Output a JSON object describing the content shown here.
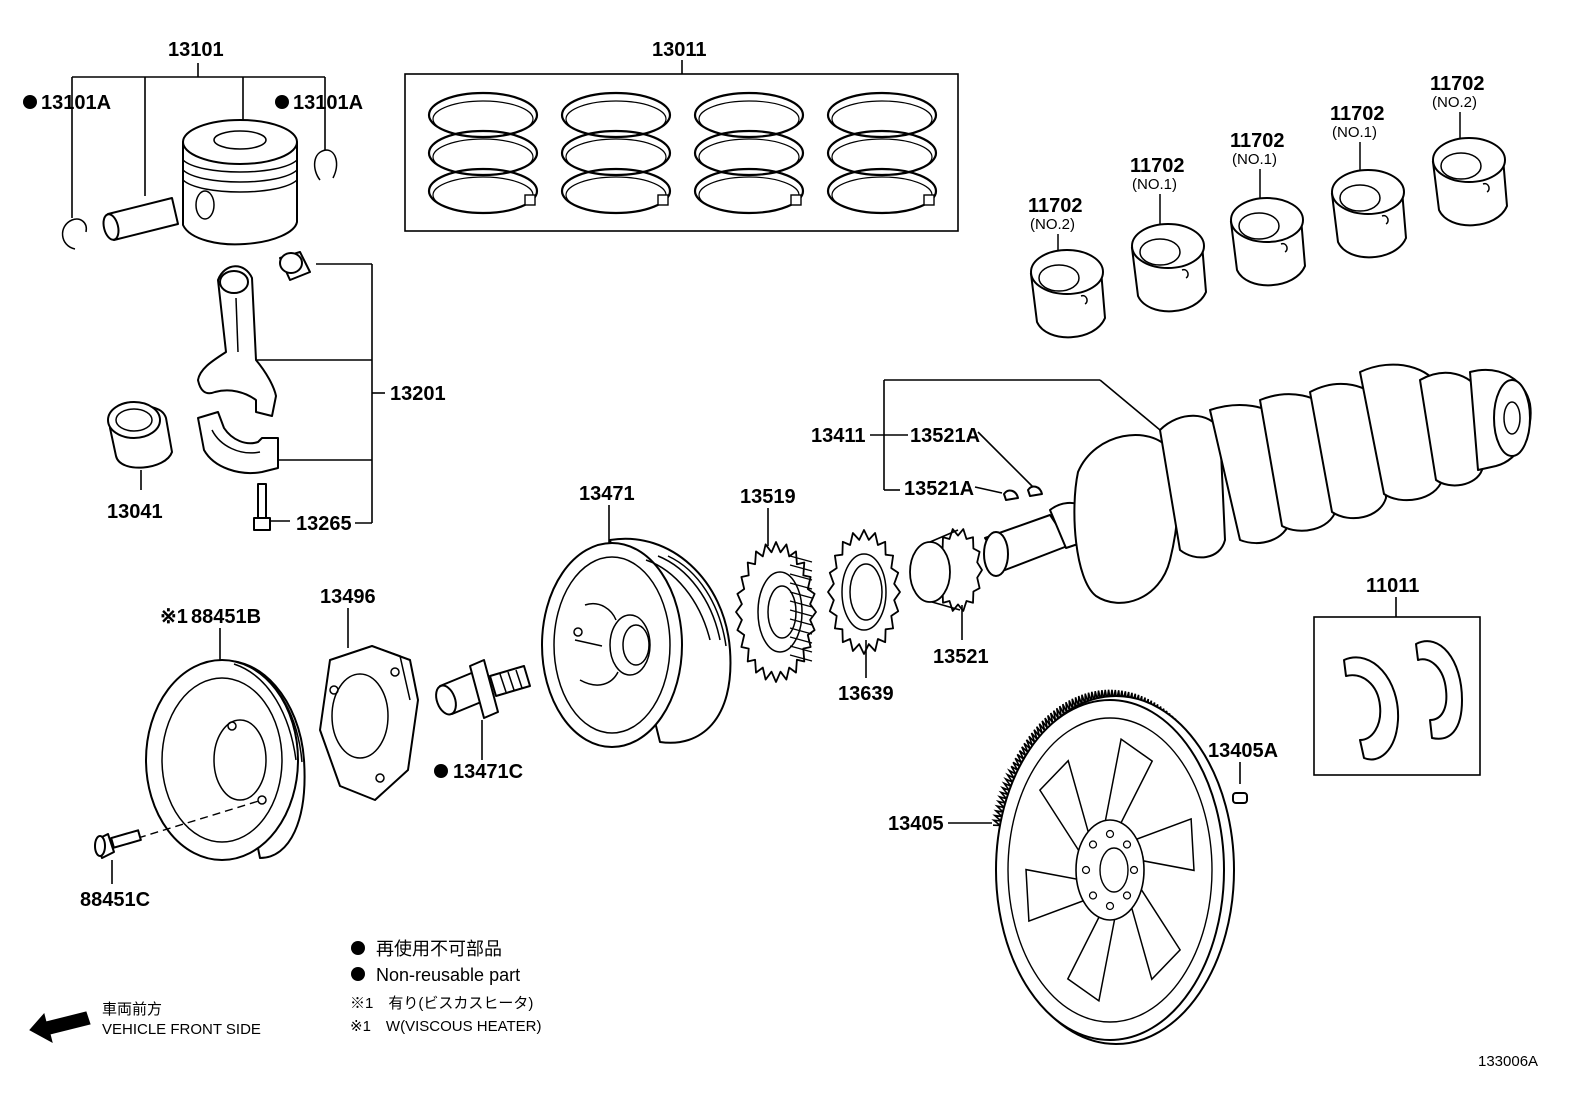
{
  "labels": {
    "p13101": "13101",
    "p13101A_left": "13101A",
    "p13101A_right": "13101A",
    "p13011": "13011",
    "p13201": "13201",
    "p13041": "13041",
    "p13265": "13265",
    "p13471": "13471",
    "p13519": "13519",
    "p13639": "13639",
    "p13521": "13521",
    "p13411": "13411",
    "p13521A_upper": "13521A",
    "p13521A_lower": "13521A",
    "p11011": "11011",
    "p13496": "13496",
    "p88451B": "88451B",
    "p88451B_mark": "※1",
    "p88451C": "88451C",
    "p13471C": "13471C",
    "p13405": "13405",
    "p13405A": "13405A",
    "bearings": [
      {
        "num": "11702",
        "sub": "(NO.2)"
      },
      {
        "num": "11702",
        "sub": "(NO.1)"
      },
      {
        "num": "11702",
        "sub": "(NO.1)"
      },
      {
        "num": "11702",
        "sub": "(NO.1)"
      },
      {
        "num": "11702",
        "sub": "(NO.2)"
      }
    ]
  },
  "legend": {
    "jp_nonreusable": "再使用不可部品",
    "en_nonreusable": "Non-reusable part",
    "mark1_jp": "※1　有り(ビスカスヒータ)",
    "mark1_en": "※1　W(VISCOUS HEATER)"
  },
  "front_side": {
    "jp": "車両前方",
    "en": "VEHICLE FRONT SIDE"
  },
  "figure_id": "133006A"
}
